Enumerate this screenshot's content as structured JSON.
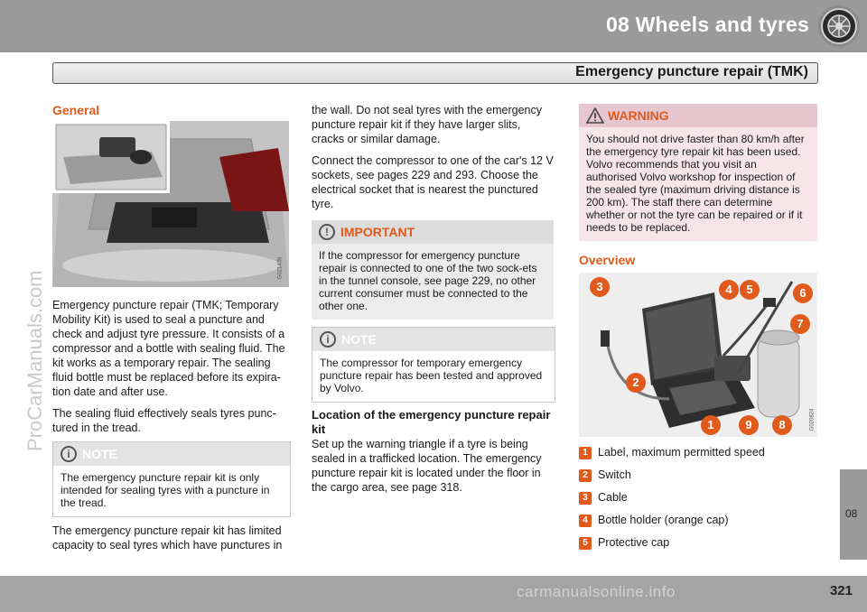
{
  "header": {
    "title": "08  Wheels and tyres",
    "subtitle": "Emergency puncture repair (TMK)",
    "icon": "wheel-icon"
  },
  "side_tab": "08",
  "page_number": "321",
  "watermarks": {
    "left": "ProCarManuals.com",
    "bottom": "carmanualsonline.info"
  },
  "col1": {
    "heading": "General",
    "image_code": "G021438",
    "p1": "Emergency puncture repair (TMK; Temporary Mobility Kit) is used to seal a puncture and check and adjust tyre pressure. It consists of a compressor and a bottle with sealing fluid. The kit works as a temporary repair. The sealing fluid bottle must be replaced before its expira-tion date and after use.",
    "p2": "The sealing fluid effectively seals tyres punc-tured in the tread.",
    "note": {
      "label": "NOTE",
      "text": "The emergency puncture repair kit is only intended for sealing tyres with a puncture in the tread."
    },
    "p3": "The emergency puncture repair kit has limited capacity to seal tyres which have punctures in"
  },
  "col2": {
    "p1": "the wall. Do not seal tyres with the emergency puncture repair kit if they have larger slits, cracks or similar damage.",
    "p2": "Connect the compressor to one of the car's 12 V sockets, see pages 229 and 293. Choose the electrical socket that is nearest the punctured tyre.",
    "important": {
      "label": "IMPORTANT",
      "text": "If the compressor for emergency puncture repair is connected to one of the two sock-ets in the tunnel console, see page 229, no other current consumer must be connected to the other one."
    },
    "note": {
      "label": "NOTE",
      "text": "The compressor for temporary emergency puncture repair has been tested and approved by Volvo."
    },
    "subheading": "Location of the emergency puncture repair kit",
    "p3": "Set up the warning triangle if a tyre is being sealed in a trafficked location. The emergency puncture repair kit is located under the floor in the cargo area, see page 318."
  },
  "col3": {
    "warning": {
      "label": "WARNING",
      "text": "You should not drive faster than 80 km/h after the emergency tyre repair kit has been used. Volvo recommends that you visit an authorised Volvo workshop for inspection of the sealed tyre (maximum driving distance is 200 km). The staff there can determine whether or not the tyre can be repaired or if it needs to be replaced."
    },
    "heading": "Overview",
    "image_code": "G020824",
    "callouts": [
      "3",
      "4",
      "5",
      "6",
      "7",
      "2",
      "1",
      "9",
      "8"
    ],
    "legend": [
      {
        "num": "1",
        "text": "Label, maximum permitted speed"
      },
      {
        "num": "2",
        "text": "Switch"
      },
      {
        "num": "3",
        "text": "Cable"
      },
      {
        "num": "4",
        "text": "Bottle holder (orange cap)"
      },
      {
        "num": "5",
        "text": "Protective cap"
      }
    ]
  },
  "colors": {
    "accent": "#e05a1c",
    "header_gray": "#9a9a9a",
    "warning_bg": "#f6e6ea"
  }
}
